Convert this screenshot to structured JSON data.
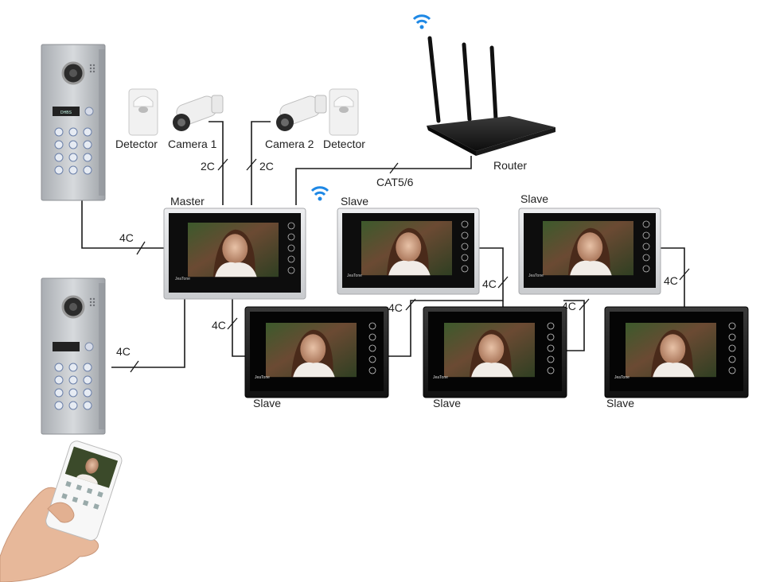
{
  "labels": {
    "detector_left": "Detector",
    "camera1": "Camera 1",
    "camera2": "Camera 2",
    "detector_right": "Detector",
    "router": "Router",
    "cat": "CAT5/6",
    "master": "Master",
    "slave_top_mid": "Slave",
    "slave_top_right": "Slave",
    "slave_bot_left": "Slave",
    "slave_bot_mid": "Slave",
    "slave_bot_right": "Slave",
    "wire_2c_a": "2C",
    "wire_2c_b": "2C",
    "wire_4c_door1": "4C",
    "wire_4c_door2": "4C",
    "wire_4c_master_down": "4C",
    "wire_4c_mid": "4C",
    "wire_4c_mid2": "4C",
    "wire_4c_right": "4C",
    "wire_4c_far": "4C"
  },
  "brand": "JeaTone",
  "doorbell_panel_text": "DHBS",
  "colors": {
    "wire": "#1a1a1a",
    "wifi": "#1e88e5",
    "silver_frame": "#d9dadc",
    "black_frame": "#1b1b1b",
    "steel": "#b9bcc0"
  }
}
